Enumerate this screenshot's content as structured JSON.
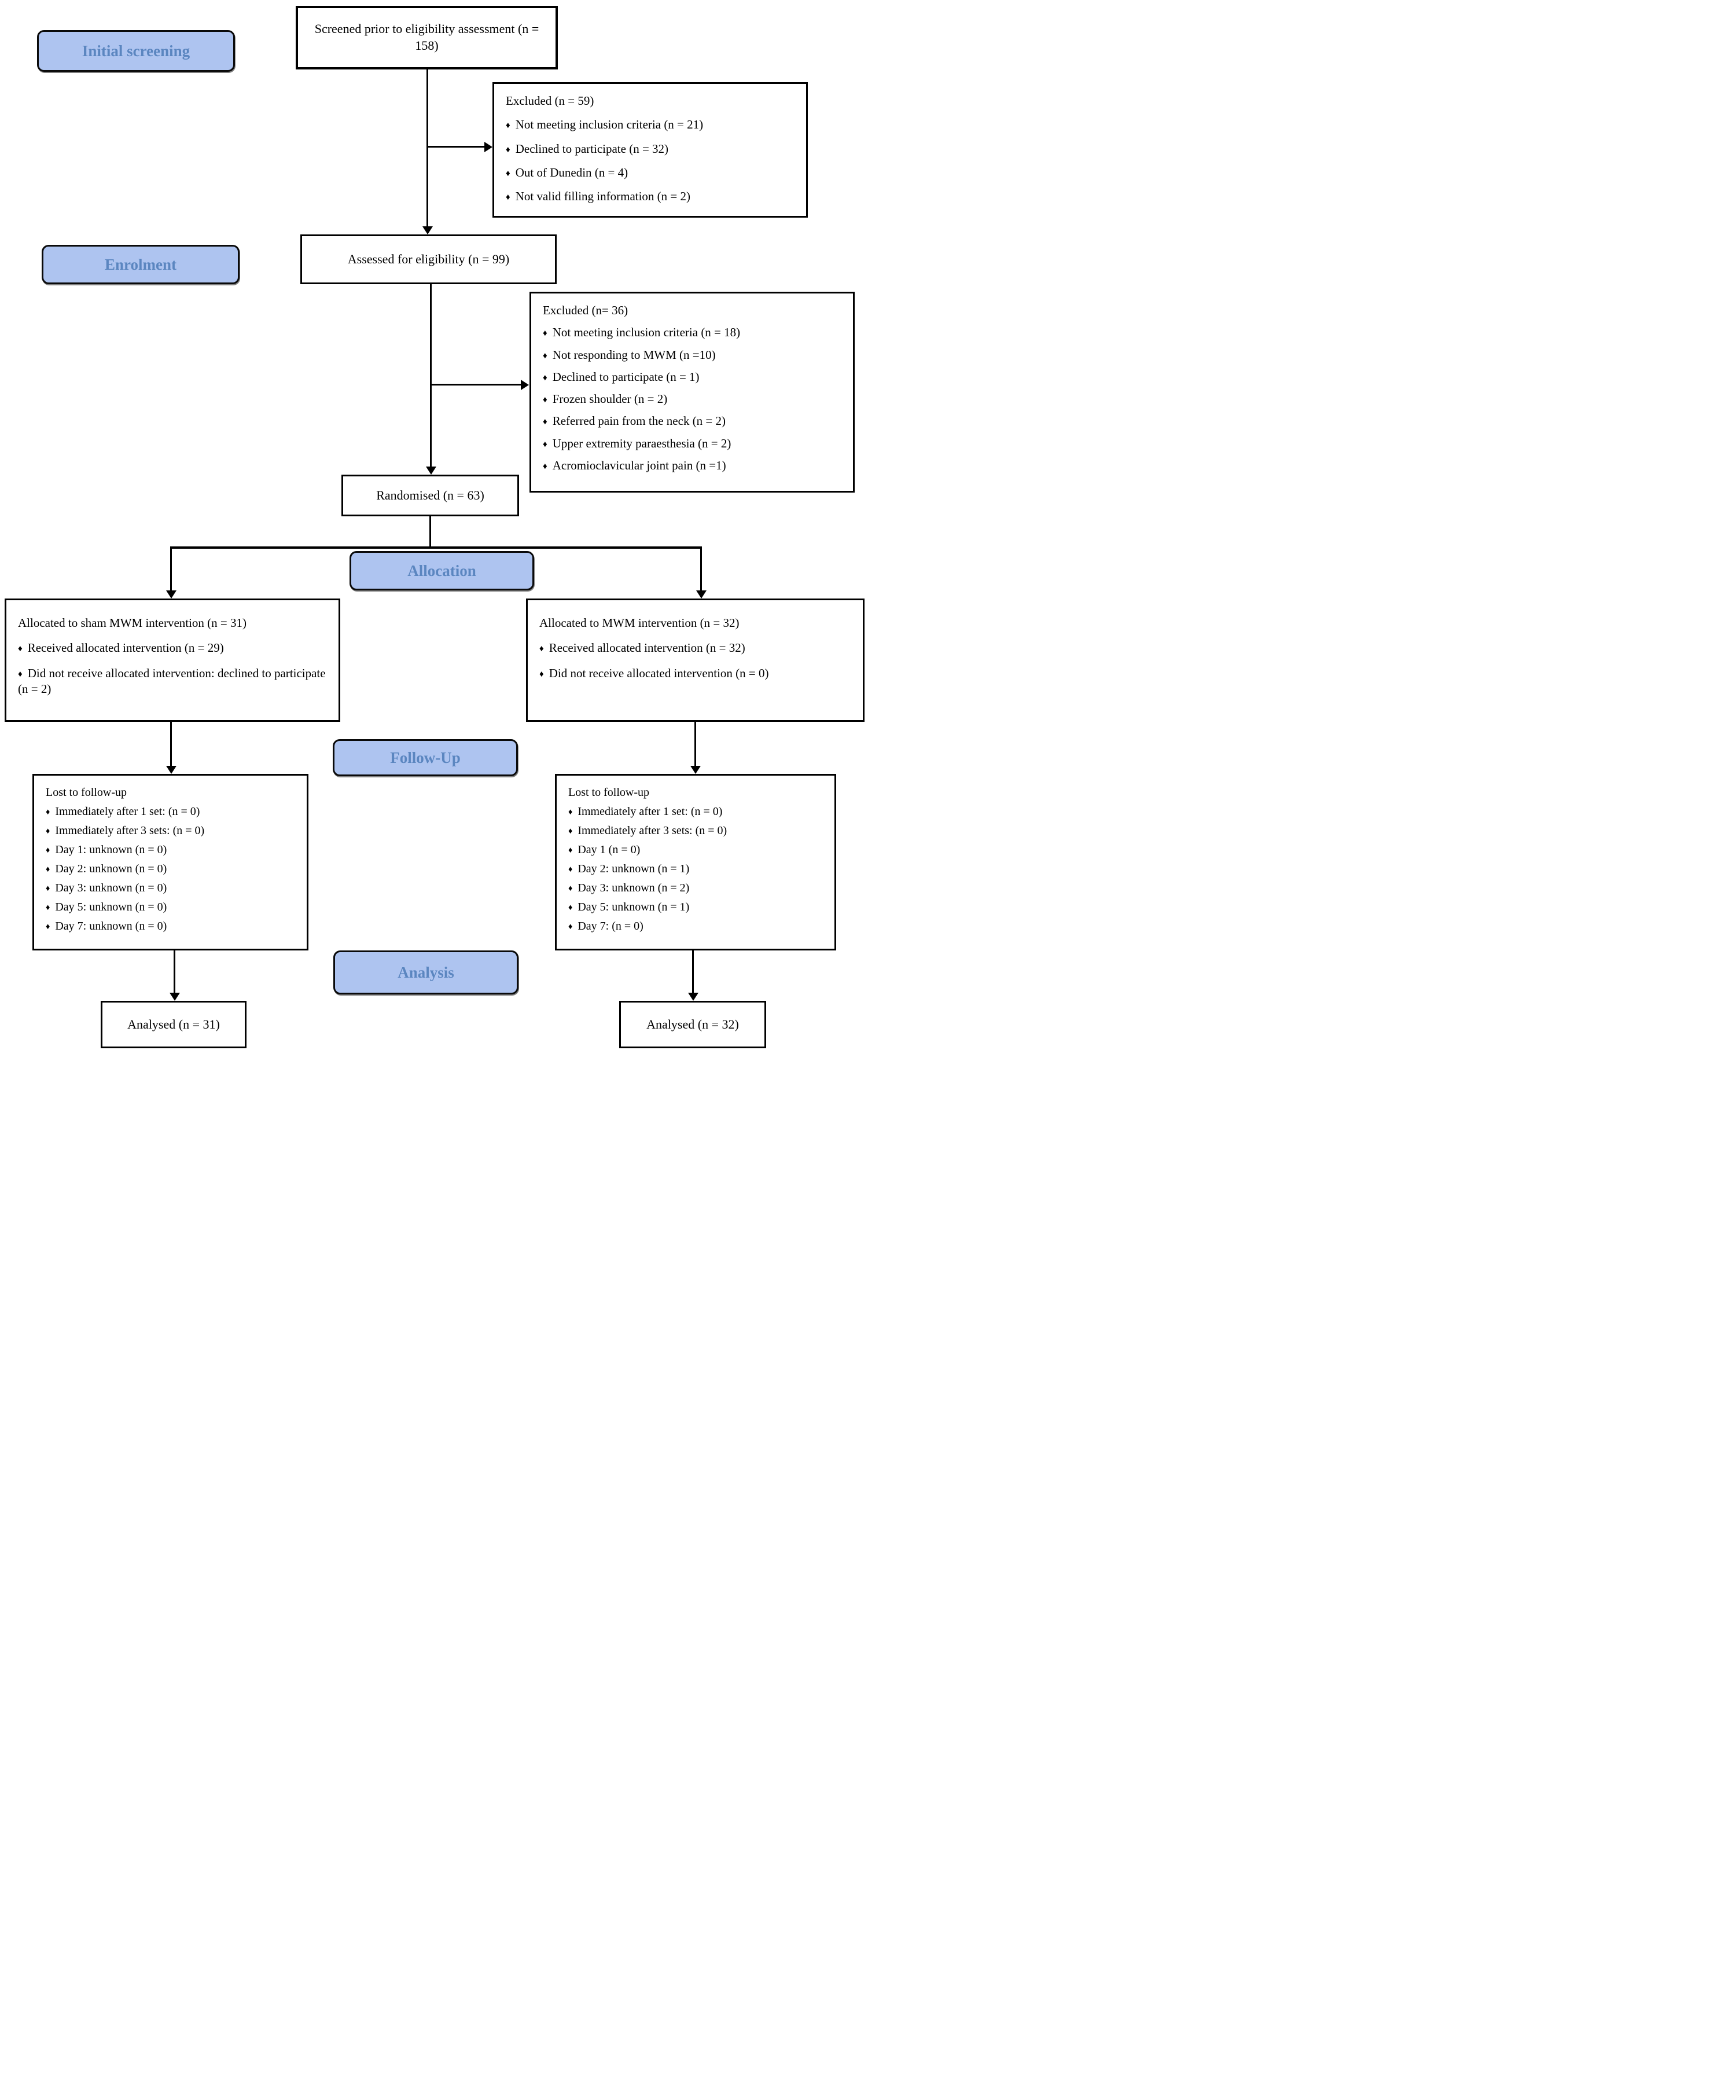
{
  "glyphs": {
    "bullet": "♦"
  },
  "colors": {
    "stage_fill": "#aec4f0",
    "stage_text": "#5b86c0",
    "line": "#000000"
  },
  "stages": {
    "initial_screening": "Initial screening",
    "enrolment": "Enrolment",
    "allocation": "Allocation",
    "follow_up": "Follow-Up",
    "analysis": "Analysis"
  },
  "boxes": {
    "screened": {
      "text": "Screened prior to eligibility assessment (n = 158)"
    },
    "excluded1": {
      "title": "Excluded (n = 59)",
      "items": [
        "Not meeting inclusion criteria (n = 21)",
        "Declined to participate (n = 32)",
        "Out of Dunedin (n = 4)",
        "Not valid filling information (n = 2)"
      ]
    },
    "assessed": {
      "text": "Assessed for eligibility (n = 99)"
    },
    "excluded2": {
      "title": "Excluded (n= 36)",
      "items": [
        "Not meeting inclusion criteria (n = 18)",
        "Not responding to MWM (n =10)",
        "Declined to participate (n = 1)",
        "Frozen shoulder (n = 2)",
        "Referred pain from the neck (n = 2)",
        "Upper extremity paraesthesia (n = 2)",
        "Acromioclavicular joint pain (n =1)"
      ]
    },
    "randomised": {
      "text": "Randomised (n = 63)"
    },
    "allocated_sham": {
      "title": "Allocated to sham MWM intervention (n = 31)",
      "items": [
        "Received allocated intervention (n = 29)",
        "Did not receive allocated intervention: declined to participate (n = 2)"
      ]
    },
    "allocated_mwm": {
      "title": "Allocated to MWM intervention (n = 32)",
      "items": [
        "Received allocated intervention (n = 32)",
        "Did not receive allocated intervention (n = 0)"
      ]
    },
    "lost_sham": {
      "title": "Lost to follow-up",
      "items": [
        "Immediately after 1 set: (n = 0)",
        "Immediately after 3 sets: (n = 0)",
        "Day 1: unknown (n = 0)",
        "Day 2: unknown (n = 0)",
        "Day 3: unknown (n = 0)",
        "Day 5: unknown (n = 0)",
        "Day 7: unknown (n = 0)"
      ]
    },
    "lost_mwm": {
      "title": "Lost to follow-up",
      "items": [
        "Immediately after 1 set: (n = 0)",
        "Immediately after 3 sets: (n = 0)",
        "Day 1 (n = 0)",
        "Day 2: unknown (n = 1)",
        "Day 3: unknown (n = 2)",
        "Day 5: unknown (n = 1)",
        "Day 7: (n = 0)"
      ]
    },
    "analysed_sham": {
      "text": "Analysed (n = 31)"
    },
    "analysed_mwm": {
      "text": "Analysed (n = 32)"
    }
  }
}
